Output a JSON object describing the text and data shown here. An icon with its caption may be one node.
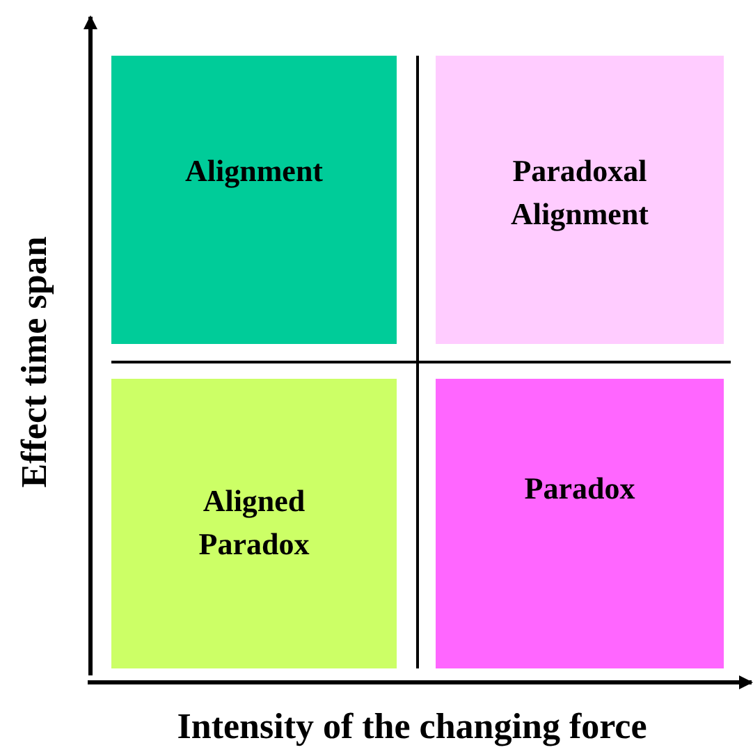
{
  "diagram": {
    "nodes": [
      {
        "text": [
          "Alignment"
        ]
      },
      {
        "text": [
          "Paradoxal Alignment"
        ]
      },
      {
        "text": [
          "Aligned Paradox"
        ]
      },
      {
        "text": [
          "Paradox"
        ]
      }
    ],
    "labels": [
      "Effect time span",
      "Intensity of the changing force"
    ]
  }
}
